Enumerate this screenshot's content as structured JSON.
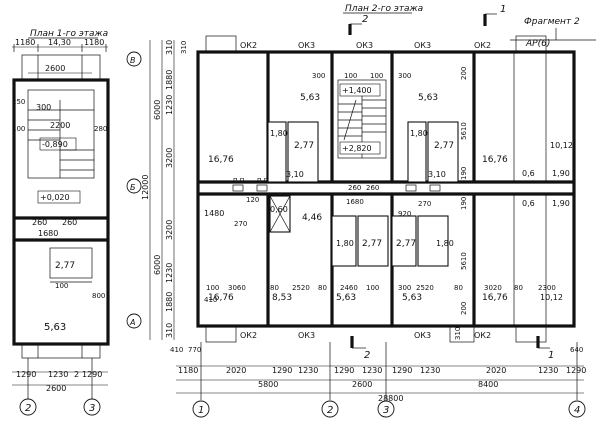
{
  "titles": {
    "floor1": "План 1-го этажа",
    "floor2": "План 2-го этажа",
    "fragment": "Фрагмент 2",
    "fragment_ref": "АР(6)"
  },
  "axes": {
    "bottom": [
      "1",
      "2",
      "3",
      "4"
    ],
    "left_detail": [
      "2",
      "3"
    ],
    "side": [
      "В",
      "Б",
      "А"
    ]
  },
  "section_marks": {
    "s1": "1",
    "s2": "2"
  },
  "labels": {
    "ok2": "ОК2",
    "ok3": "ОК3",
    "pp": "п.п."
  },
  "areas": {
    "a16_76": "16,76",
    "a5_63": "5,63",
    "a2_77": "2,77",
    "a1_80": "1,80",
    "a3_10": "3,10",
    "a4_46": "4,46",
    "a0_60": "0,60",
    "a8_53": "8,53",
    "a10_12": "10,12",
    "a1_90": "1,90",
    "a0_6": "0,6"
  },
  "levels": {
    "l1400": "+1,400",
    "l2820": "+2,820",
    "lm0890": "-0,890",
    "l0020": "+0,020"
  },
  "dims_floor1": {
    "top": [
      "1180",
      "14,30",
      "1180"
    ],
    "top2": "2600",
    "vert": [
      "2200",
      "300",
      "1680"
    ],
    "bottom": [
      "1290",
      "1230",
      "2",
      "1290"
    ],
    "bottom_total": "2600",
    "misc": [
      "250",
      "260",
      "260",
      "280",
      "100",
      "100",
      "800"
    ]
  },
  "dims_top": [
    "310",
    "1880",
    "1230",
    "6000",
    "3200",
    "12000",
    "6000",
    "3200",
    "1230",
    "1880",
    "310"
  ],
  "dims_inner": [
    "300",
    "100",
    "100",
    "300",
    "200",
    "5610",
    "190",
    "190",
    "5610",
    "200",
    "260",
    "260",
    "1680",
    "920",
    "270",
    "1480",
    "120",
    "270",
    "100",
    "3060",
    "80",
    "2520",
    "80",
    "2460",
    "100",
    "300",
    "2520",
    "80",
    "3020",
    "80",
    "2300",
    "410",
    "410",
    "770",
    "640",
    "310",
    "310"
  ],
  "dims_bottom": {
    "row1": [
      "1180",
      "2020",
      "1290",
      "1230",
      "1290",
      "1230",
      "1290",
      "1230",
      "2020",
      "1230",
      "1290"
    ],
    "row2": [
      "5800",
      "2600",
      "8400"
    ],
    "total": "28800"
  }
}
